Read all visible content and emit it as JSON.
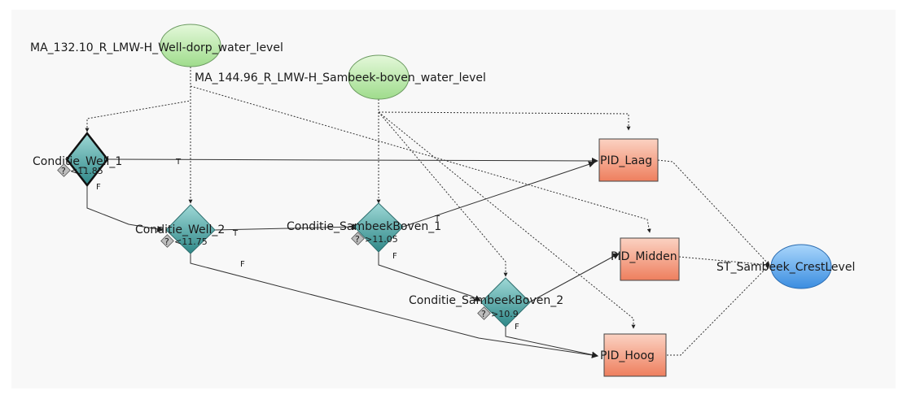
{
  "inputs": {
    "well_dorp": {
      "label": "MA_132.10_R_LMW-H_Well-dorp_water_level"
    },
    "sambeek_boven": {
      "label": "MA_144.96_R_LMW-H_Sambeek-boven_water_level"
    }
  },
  "conditions": {
    "well_1": {
      "label": "Conditie_Well_1",
      "expr": "<11.85"
    },
    "well_2": {
      "label": "Conditie_Well_2",
      "expr": "<11.75"
    },
    "sambeek_1": {
      "label": "Conditie_SambeekBoven_1",
      "expr": ">11.05"
    },
    "sambeek_2": {
      "label": "Conditie_SambeekBoven_2",
      "expr": ">10.9"
    }
  },
  "pid": {
    "laag": {
      "label": "PID_Laag"
    },
    "midden": {
      "label": "PID_Midden"
    },
    "hoog": {
      "label": "PID_Hoog"
    }
  },
  "output": {
    "label": "ST_Sambeek_CrestLevel"
  },
  "branch": {
    "true_label": "T",
    "false_label": "F"
  },
  "colors": {
    "input_fill": "#b8e6a8",
    "condition_fill": "#4fa6a6",
    "pid_fill": "#f5a088",
    "output_fill": "#5aa8ec"
  }
}
